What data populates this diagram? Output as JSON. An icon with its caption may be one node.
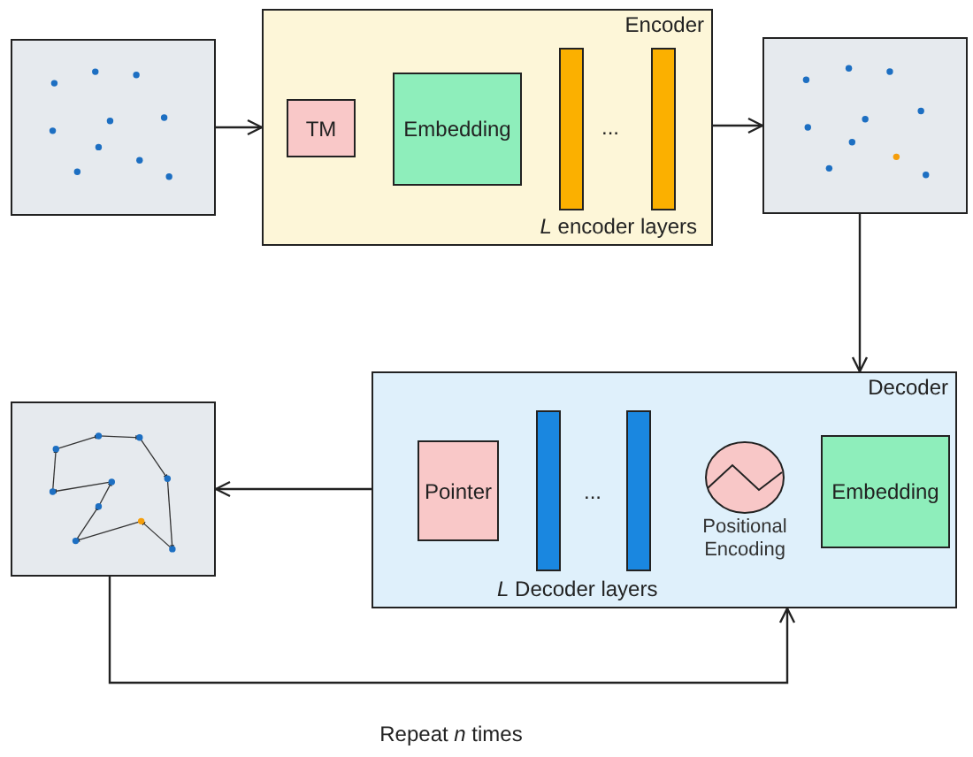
{
  "diagram": {
    "nodes": [
      {
        "text": [],
        "shape": "picture"
      },
      {
        "text": [
          "Encoder",
          "*L* encoder layers"
        ]
      },
      {
        "text": [
          "TM"
        ],
        "in": 1
      },
      {
        "text": [
          "Embedding"
        ],
        "in": 1
      },
      {
        "text": [],
        "shape": "bar",
        "in": 1
      },
      {
        "text": [],
        "shape": "bar",
        "in": 1
      },
      {
        "text": [],
        "shape": "picture"
      },
      {
        "text": [
          "Decoder",
          "*L* Decoder layers"
        ]
      },
      {
        "text": [
          "Pointer"
        ],
        "in": 7
      },
      {
        "text": [],
        "shape": "bar",
        "in": 7
      },
      {
        "text": [],
        "shape": "bar",
        "in": 7
      },
      {
        "text": [
          "Positional Encoding"
        ],
        "in": 7
      },
      {
        "text": [
          "Embedding"
        ],
        "in": 7
      },
      {
        "text": [],
        "shape": "picture"
      }
    ],
    "edges": [
      {
        "from": 0,
        "to": 1,
        "arrow": "to"
      },
      {
        "from": 1,
        "to": 6,
        "arrow": "to"
      },
      {
        "from": 6,
        "to": 7,
        "arrow": "to"
      },
      {
        "from": 7,
        "to": 13,
        "arrow": "to"
      },
      {
        "from": 13,
        "to": 7,
        "arrow": "to"
      }
    ],
    "labels": [
      "...",
      "...",
      "Repeat *n* times"
    ]
  }
}
